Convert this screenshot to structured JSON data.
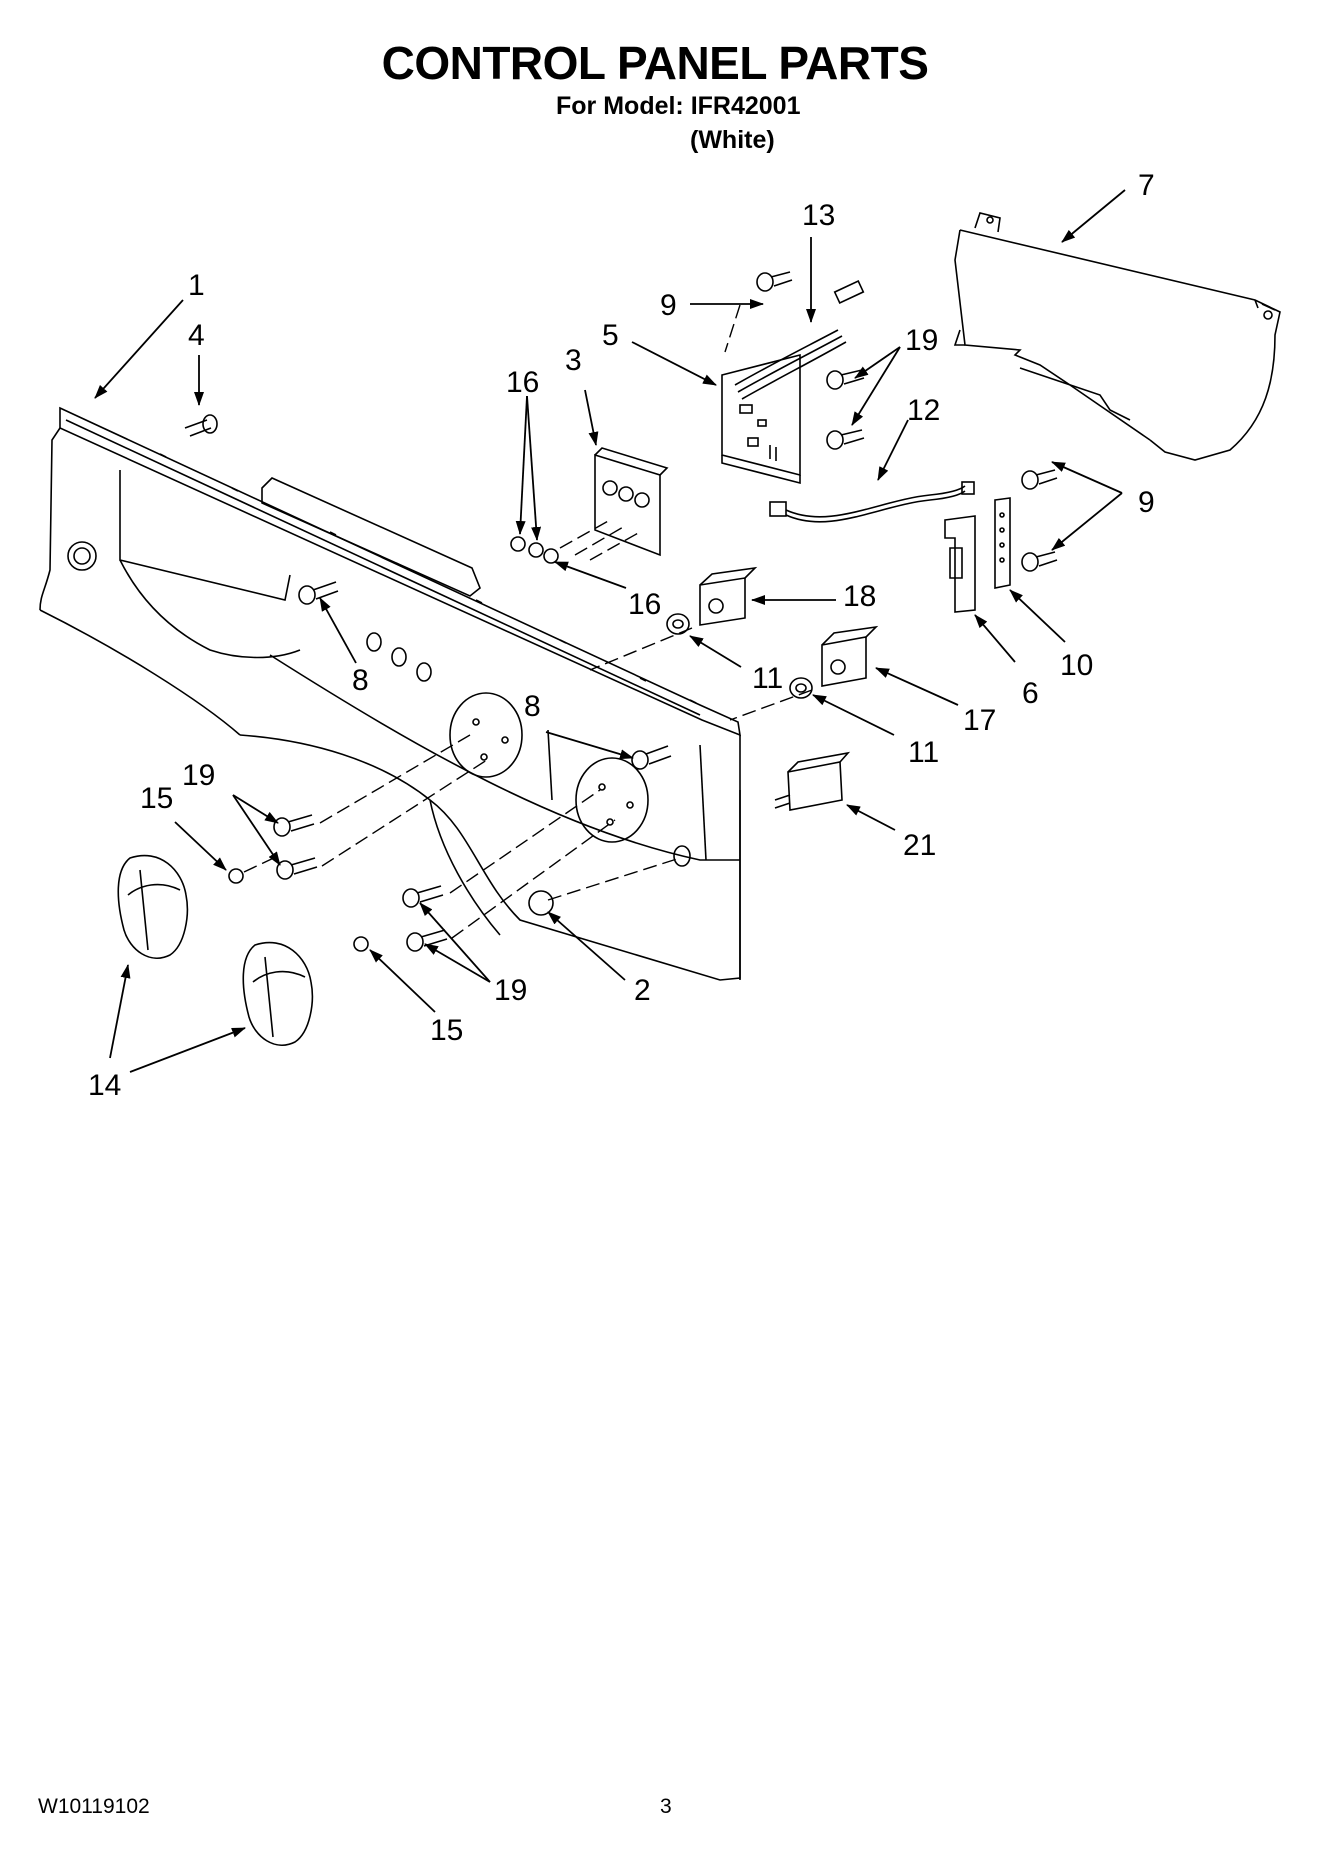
{
  "header": {
    "title": "CONTROL PANEL PARTS",
    "model": "For Model: IFR42001",
    "color": "(White)"
  },
  "footer": {
    "doc_number": "W10119102",
    "page_number": "3"
  },
  "callouts": [
    "1",
    "4",
    "8",
    "8",
    "19",
    "15",
    "14",
    "15",
    "19",
    "2",
    "16",
    "3",
    "16",
    "9",
    "13",
    "5",
    "19",
    "12",
    "18",
    "11",
    "17",
    "11",
    "21",
    "7",
    "9",
    "6",
    "10"
  ]
}
